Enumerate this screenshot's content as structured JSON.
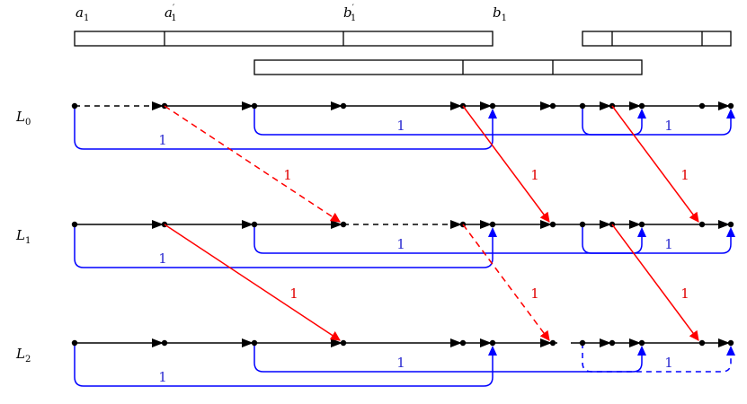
{
  "interval_labels": {
    "a1": "a",
    "a1_sub": "1",
    "a1p": "a",
    "a1p_sub": "1",
    "b1p": "b",
    "b1p_sub": "1",
    "b1": "b",
    "b1_sub": "1",
    "prime": "′"
  },
  "levels": [
    {
      "name": "L",
      "sub": "0"
    },
    {
      "name": "L",
      "sub": "1"
    },
    {
      "name": "L",
      "sub": "2"
    }
  ],
  "edge_weight": "1",
  "colors": {
    "line": "#000000",
    "blue": "#0000ff",
    "blue_label": "#2a2ad0",
    "red": "#ff0000"
  }
}
